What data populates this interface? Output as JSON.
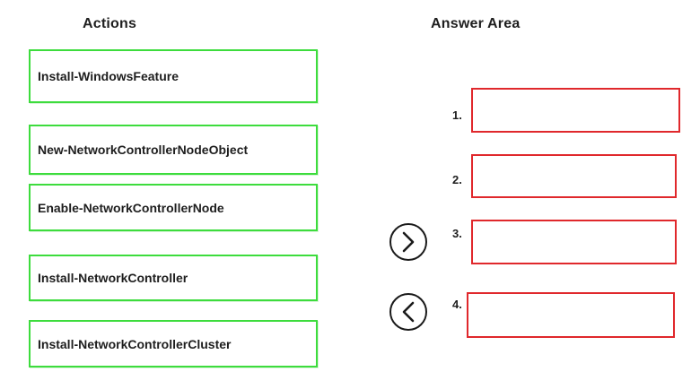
{
  "headings": {
    "actions": "Actions",
    "answer_area": "Answer Area"
  },
  "actions": [
    {
      "label": "Install-WindowsFeature"
    },
    {
      "label": "New-NetworkControllerNodeObject"
    },
    {
      "label": "Enable-NetworkControllerNode"
    },
    {
      "label": "Install-NetworkController"
    },
    {
      "label": "Install-NetworkControllerCluster"
    }
  ],
  "answer_slots": [
    {
      "number": "1."
    },
    {
      "number": "2."
    },
    {
      "number": "3."
    },
    {
      "number": "4."
    }
  ],
  "controls": {
    "move_right_icon": "chevron-right-icon",
    "move_left_icon": "chevron-left-icon"
  },
  "colors": {
    "action_border": "#3ddc3d",
    "slot_border": "#e0282c"
  }
}
